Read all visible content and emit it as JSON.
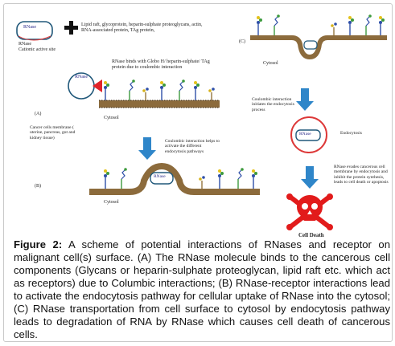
{
  "colors": {
    "arrow": "#2f86c9",
    "cell_ring": "#dd3838",
    "rnase_ring": "#20587a",
    "membrane": "#8c6b3c",
    "receptor_blue": "#2e4fa8",
    "receptor_green": "#3d9a3d",
    "skull": "#e21b1b",
    "triangle": "#e0242a"
  },
  "icons": [
    "plus-icon",
    "arrow-down-icon",
    "skull-crossbones-icon"
  ],
  "diagram": {
    "rnase_top": "RNase",
    "rnase_label": "RNase",
    "cationic_site": "Cationic active site",
    "components_text": "Lipid raft, glycoprotein, heparin-sulphate proteoglycans, actin, RNA-associated protein, TAg protein,",
    "binds_text": "RNase binds with Globo H/ heparin-sulphate/ TAg protein due to coulombic interaction",
    "rnase_a": "RNase",
    "panel_a": "(A)",
    "cytosol_a": "Cytosol",
    "cancer_membrane": "Cancer cells membrane ( uterine, pancreas, gut and kidney tissue)",
    "coulombic_b": "Coulombic interaction helps to activate the different endocytosis pathways",
    "panel_b": "(B)",
    "rnase_b": "RNase",
    "cytosol_b": "Cytosol",
    "panel_c": "(C)",
    "cytosol_c": "Cytosol",
    "coulombic_c": "Coulombic interaction initiates the endocytosis process",
    "endocytosis": "Endocytosis",
    "rnase_c": "RNase",
    "evades_text": "RNase evades cancerous cell membrane by endocytosis and inhibit the protein synthesis, leads to cell death or apoptosis",
    "cell_death": "Cell Death"
  },
  "caption": {
    "label": "Figure 2:",
    "text": " A scheme of potential interactions of RNases and receptor on malignant cell(s) surface. (A) The RNase molecule binds to the cancerous cell components (Glycans or heparin-sulphate proteoglycan, lipid raft etc. which act as receptors) due to Columbic interactions; (B) RNase-receptor interactions lead to activate the endocytosis pathway for cellular uptake of RNase into the cytosol; (C) RNase transportation from cell surface to cytosol by endocytosis pathway leads to degradation of RNA by RNase which causes cell death of cancerous cells."
  }
}
